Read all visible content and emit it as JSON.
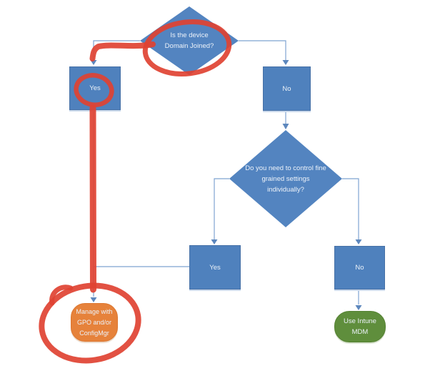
{
  "diagram": {
    "type": "flowchart",
    "background": "#ffffff",
    "nodes": {
      "decision1": {
        "label": "Is the device\nDomain Joined?",
        "shape": "diamond",
        "fill": "#5384c0"
      },
      "yes1": {
        "label": "Yes",
        "shape": "rectangle",
        "fill": "#4f81bd"
      },
      "no1": {
        "label": "No",
        "shape": "rectangle",
        "fill": "#4f81bd"
      },
      "decision2": {
        "label": "Do you need to control fine\ngrained settings\nindividually?",
        "shape": "diamond",
        "fill": "#5384c0"
      },
      "yes2": {
        "label": "Yes",
        "shape": "rectangle",
        "fill": "#4f81bd"
      },
      "no2": {
        "label": "No",
        "shape": "rectangle",
        "fill": "#4f81bd"
      },
      "manage": {
        "label": "Manage with\nGPO and/or\nConfigMgr",
        "shape": "rounded",
        "fill": "#e6823b"
      },
      "intune": {
        "label": "Use Intune\nMDM",
        "shape": "rounded",
        "fill": "#5f8e3c"
      }
    },
    "edges": [
      {
        "from": "decision1",
        "to": "yes1"
      },
      {
        "from": "decision1",
        "to": "no1"
      },
      {
        "from": "no1",
        "to": "decision2"
      },
      {
        "from": "decision2",
        "to": "yes2"
      },
      {
        "from": "decision2",
        "to": "no2"
      },
      {
        "from": "yes1",
        "to": "manage"
      },
      {
        "from": "yes2",
        "to": "manage"
      },
      {
        "from": "no2",
        "to": "intune"
      }
    ],
    "connector_color": "#7ea3d1",
    "text_color": "#ecf2f9",
    "annotations": {
      "color": "#df4232",
      "marks": [
        "red-circle-around-domain-joined-question",
        "red-arrow-from-decision1-to-yes1",
        "red-circle-around-yes1-label",
        "red-line-from-yes1-to-manage",
        "red-circle-around-manage-node"
      ]
    }
  }
}
